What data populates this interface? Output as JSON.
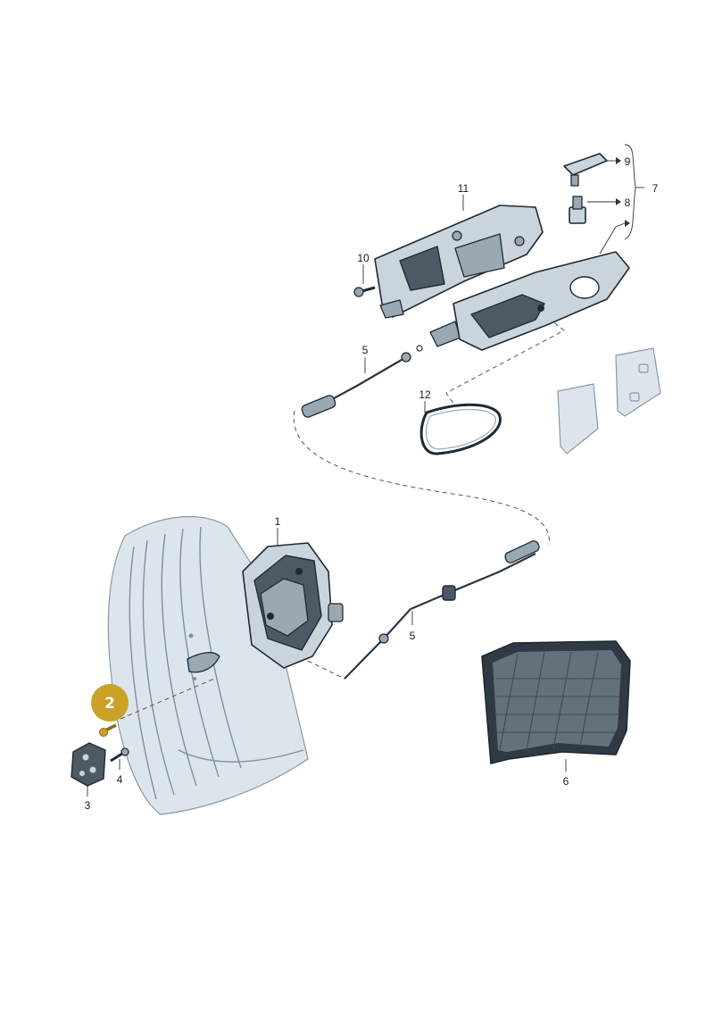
{
  "diagram": {
    "highlight_color": "#c9a227",
    "highlighted_part": "2",
    "callouts": [
      "1",
      "3",
      "4",
      "5",
      "5",
      "6",
      "7",
      "8",
      "9",
      "10",
      "11",
      "12"
    ]
  }
}
